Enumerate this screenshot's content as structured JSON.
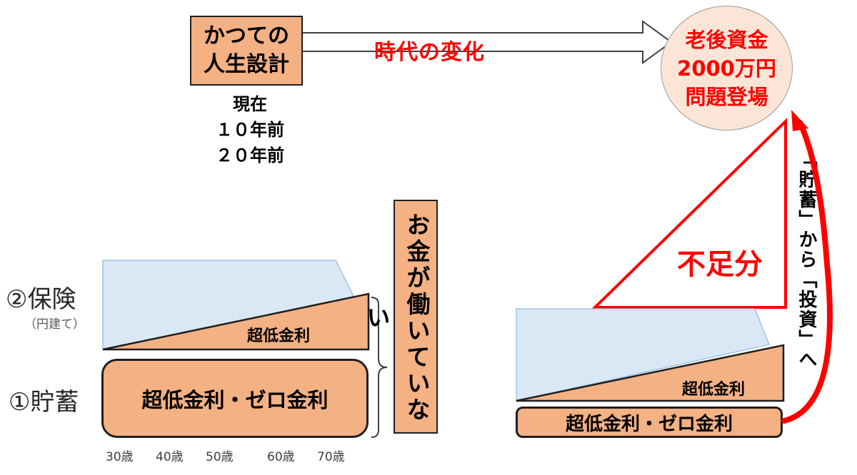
{
  "past_plan": {
    "line1": "かつての",
    "line2": "人生設計"
  },
  "arrow_label": "時代の変化",
  "time_labels": [
    "現在",
    "１０年前",
    "２０年前"
  ],
  "circle": {
    "line1": "老後資金",
    "line2": "2000万円",
    "line3": "問題登場"
  },
  "left": {
    "insurance_label": "②保険",
    "insurance_sub": "（円建て）",
    "savings_label": "①貯蓄",
    "insurance_rate": "超低金利",
    "savings_rate": "超低金利・ゼロ金利",
    "ages": [
      "30歳",
      "40歳",
      "50歳",
      "60歳",
      "70歳"
    ]
  },
  "vertical_note": "お金が働いていない",
  "right": {
    "shortfall": "不足分",
    "insurance_rate": "超低金利",
    "savings_rate": "超低金利・ゼロ金利",
    "shift_note": "「貯蓄」から「投資」へ"
  },
  "colors": {
    "orange": "#f4b183",
    "blue": "#dae8f5",
    "red": "#ff0000",
    "circle": "#fbe5d6"
  }
}
